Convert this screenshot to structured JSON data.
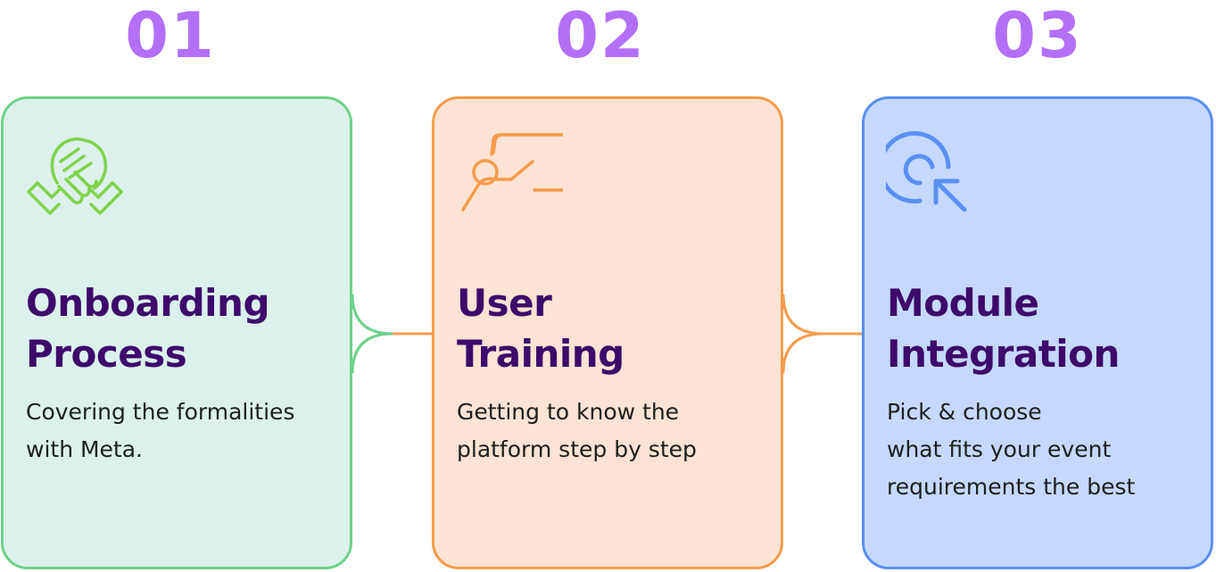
{
  "steps": [
    {
      "number": "01",
      "title_line1": "Onboarding",
      "title_line2": "Process",
      "description_lines": [
        "Covering the formalities",
        "with Meta."
      ],
      "icon": "handshake-icon",
      "accent_color": "#6dd18b",
      "background_color": "#dcf1ec"
    },
    {
      "number": "02",
      "title_line1": "User",
      "title_line2": "Training",
      "description_lines": [
        "Getting to know the",
        "platform step by step"
      ],
      "icon": "presentation-icon",
      "accent_color": "#f69c4d",
      "background_color": "#fde3d3"
    },
    {
      "number": "03",
      "title_line1": "Module",
      "title_line2": "Integration",
      "description_lines": [
        "Pick & choose",
        "what fits your event",
        "requirements the best"
      ],
      "icon": "click-cursor-icon",
      "accent_color": "#5b8ff1",
      "background_color": "#c5d9fe"
    }
  ],
  "colors": {
    "number": "#b36ff7",
    "title": "#3d0a6b",
    "text": "#1e1e1e"
  }
}
